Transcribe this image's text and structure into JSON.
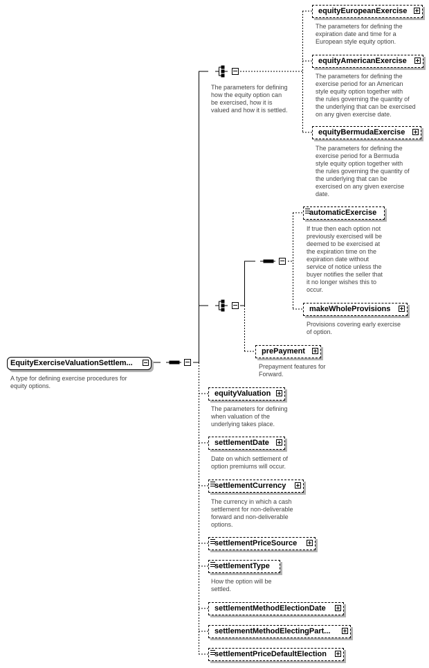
{
  "root": {
    "name": "EquityExerciseValuationSettlem...",
    "description": [
      "A type for defining exercise procedures for",
      "equity options."
    ]
  },
  "choice_exercise": {
    "description": [
      "The parameters for defining",
      "how the equity option can",
      "be exercised, how it is",
      "valued and how it is settled."
    ]
  },
  "exercise_elements": [
    {
      "name": "equityEuropeanExercise",
      "description": [
        "The parameters for defining the",
        "expiration date and time for a",
        "European style equity option."
      ]
    },
    {
      "name": "equityAmericanExercise",
      "description": [
        "The parameters for defining the",
        "exercise period for an American",
        "style equity option together with",
        "the rules governing the quantity of",
        "the underlying that can be exercised",
        "on any given exercise date."
      ]
    },
    {
      "name": "equityBermudaExercise",
      "description": [
        "The parameters for defining the",
        "exercise period for a Bermuda",
        "style equity option together with",
        "the rules governing the quantity of",
        "the underlying that can be",
        "exercised on any given exercise",
        "date."
      ]
    }
  ],
  "settlement_elements": [
    {
      "name": "automaticExercise",
      "description": [
        "If true then each option not",
        "previously exercised will be",
        "deemed to be exercised at",
        "the expiration time on the",
        "expiration date without",
        "service of notice unless the",
        "buyer notifies the seller that",
        "it no longer wishes this to",
        "occur."
      ]
    },
    {
      "name": "makeWholeProvisions",
      "description": [
        "Provisions covering early exercise",
        "of option."
      ]
    },
    {
      "name": "prePayment",
      "description": [
        "Prepayment features for",
        "Forward."
      ]
    }
  ],
  "main_elements": [
    {
      "name": "equityValuation",
      "description": [
        "The parameters for defining",
        "when valuation of the",
        "underlying takes place."
      ]
    },
    {
      "name": "settlementDate",
      "description": [
        "Date on which settlement of",
        "option premiums will occur."
      ]
    },
    {
      "name": "settlementCurrency",
      "description": [
        "The currency in which a cash",
        "settlement for non-deliverable",
        "forward and non-deliverable",
        "options."
      ]
    },
    {
      "name": "settlementPriceSource",
      "description": []
    },
    {
      "name": "settlementType",
      "description": [
        "How the option will be",
        "settled."
      ]
    },
    {
      "name": "settlementMethodElectionDate",
      "description": []
    },
    {
      "name": "settlementMethodElectingPart...",
      "description": []
    },
    {
      "name": "settlementPriceDefaultElection",
      "description": []
    }
  ]
}
